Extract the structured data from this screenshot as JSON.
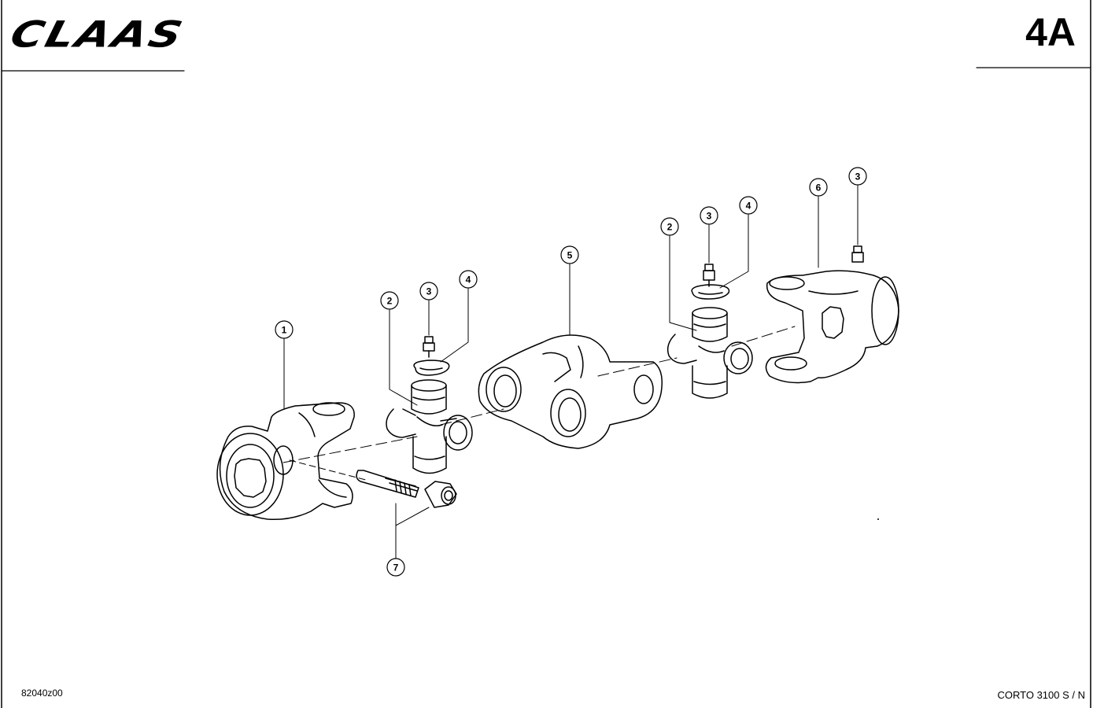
{
  "header": {
    "brand": "CLAAS",
    "page_code": "4A"
  },
  "footer": {
    "doc_number": "82040z00",
    "model": "CORTO 3100 S / N"
  },
  "callouts": {
    "c1": "1",
    "c2a": "2",
    "c3a": "3",
    "c4a": "4",
    "c5": "5",
    "c2b": "2",
    "c3b": "3",
    "c4b": "4",
    "c6": "6",
    "c3c": "3",
    "c7": "7"
  }
}
